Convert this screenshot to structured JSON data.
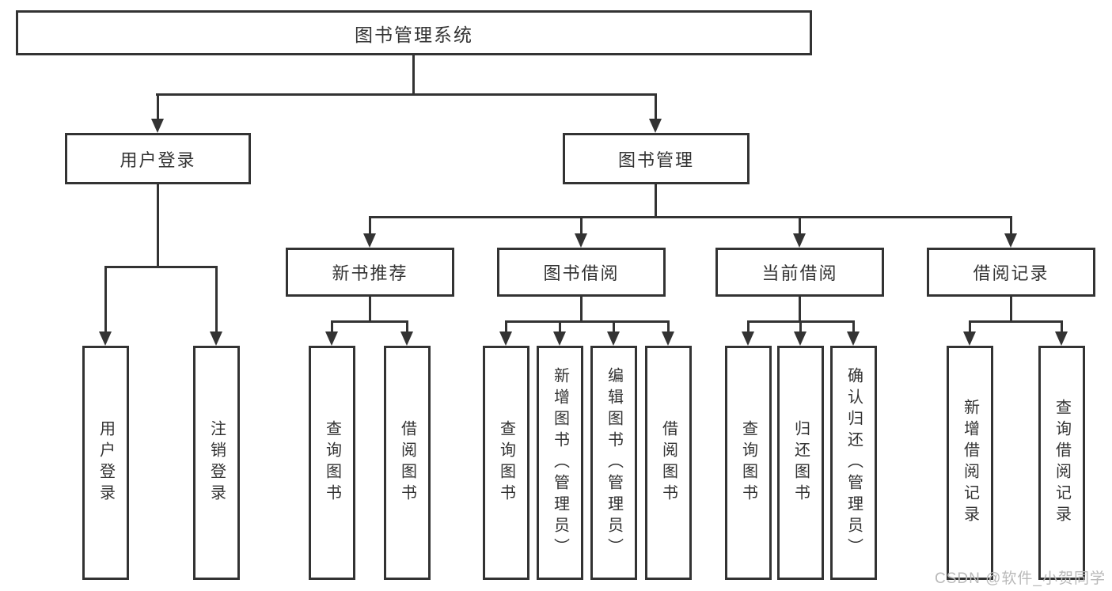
{
  "diagram": {
    "root": {
      "label": "图书管理系统"
    },
    "level2": [
      {
        "label": "用户登录",
        "leaves": [
          {
            "label": "用户登录"
          },
          {
            "label": "注销登录"
          }
        ]
      },
      {
        "label": "图书管理",
        "groups": [
          {
            "label": "新书推荐",
            "leaves": [
              {
                "label": "查询图书"
              },
              {
                "label": "借阅图书"
              }
            ]
          },
          {
            "label": "图书借阅",
            "leaves": [
              {
                "label": "查询图书"
              },
              {
                "label": "新增图书（管理员）"
              },
              {
                "label": "编辑图书（管理员）"
              },
              {
                "label": "借阅图书"
              }
            ]
          },
          {
            "label": "当前借阅",
            "leaves": [
              {
                "label": "查询图书"
              },
              {
                "label": "归还图书"
              },
              {
                "label": "确认归还（管理员）"
              }
            ]
          },
          {
            "label": "借阅记录",
            "leaves": [
              {
                "label": "新增借阅记录"
              },
              {
                "label": "查询借阅记录"
              }
            ]
          }
        ]
      }
    ]
  },
  "watermark": {
    "text": "CSDN @软件_小贺同学"
  },
  "colors": {
    "line": "#333333",
    "text": "#333333",
    "watermark": "#b9b9b9",
    "background": "#ffffff"
  }
}
